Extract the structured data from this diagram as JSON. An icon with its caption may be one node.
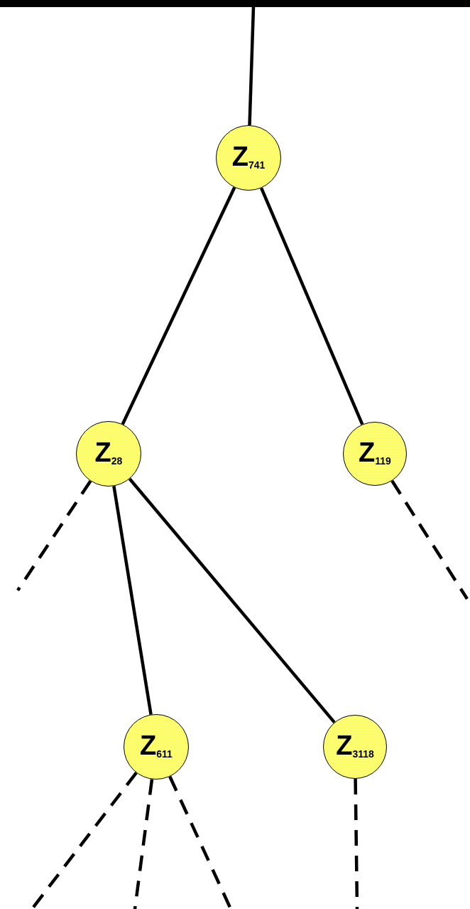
{
  "diagram": {
    "nodes": [
      {
        "text": [],
        "shape": "bar"
      },
      {
        "text": [
          "Z$_{741}$"
        ]
      },
      {
        "text": [
          "Z$_{28}$"
        ]
      },
      {
        "text": [
          "Z$_{119}$"
        ]
      },
      {
        "text": [
          "Z$_{611}$"
        ]
      },
      {
        "text": [
          "Z$_{3118}$"
        ]
      }
    ],
    "edges": [
      {
        "from": 0,
        "to": 1,
        "arrow": "none"
      },
      {
        "from": 1,
        "to": 2,
        "arrow": "none"
      },
      {
        "from": 1,
        "to": 3,
        "arrow": "none"
      },
      {
        "from": 2,
        "to": null,
        "arrow": "none",
        "style": "dashed"
      },
      {
        "from": 2,
        "to": 4,
        "arrow": "none"
      },
      {
        "from": 2,
        "to": 5,
        "arrow": "none"
      },
      {
        "from": 3,
        "to": null,
        "arrow": "none",
        "style": "dashed"
      },
      {
        "from": 4,
        "to": null,
        "arrow": "none",
        "style": "dashed"
      },
      {
        "from": 4,
        "to": null,
        "arrow": "none",
        "style": "dashed"
      },
      {
        "from": 4,
        "to": null,
        "arrow": "none",
        "style": "dashed"
      },
      {
        "from": 5,
        "to": null,
        "arrow": "none",
        "style": "dashed"
      }
    ]
  }
}
